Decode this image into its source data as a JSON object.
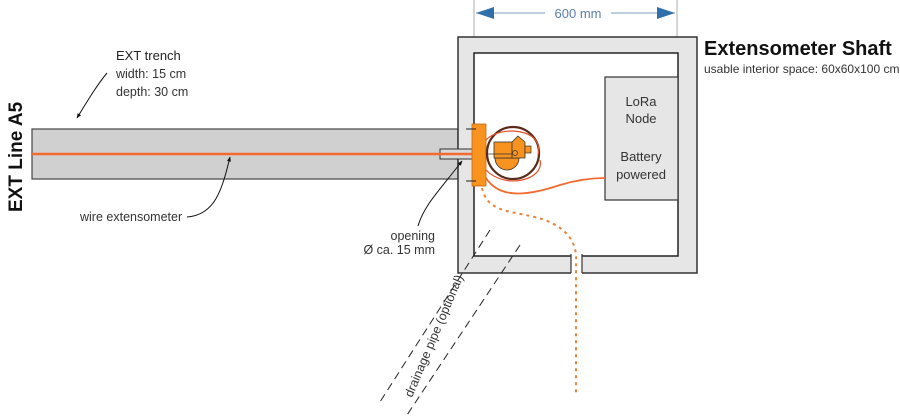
{
  "dimension": {
    "label": "600 mm",
    "color": "#2f6fab"
  },
  "shaft": {
    "title": "Extensometer Shaft",
    "subtitle": "usable interior space: 60x60x100 cm"
  },
  "line_title": "EXT Line A5",
  "trench": {
    "title": "EXT trench",
    "width_text": "width: 15 cm",
    "depth_text": "depth: 30 cm"
  },
  "wire_label": "wire extensometer",
  "opening": {
    "line1": "opening",
    "line2": "Ø ca. 15 mm"
  },
  "node": {
    "line1": "LoRa",
    "line2": "Node",
    "line3": "Battery",
    "line4": "powered"
  },
  "drainage_label": "drainage pipe (optional)",
  "colors": {
    "wire": "#f26a2e",
    "sensor": "#f7931e",
    "concrete": "#e6e6e6",
    "trench": "#d0d0d0",
    "outline": "#333333",
    "cable_dotted": "#e8823a"
  }
}
